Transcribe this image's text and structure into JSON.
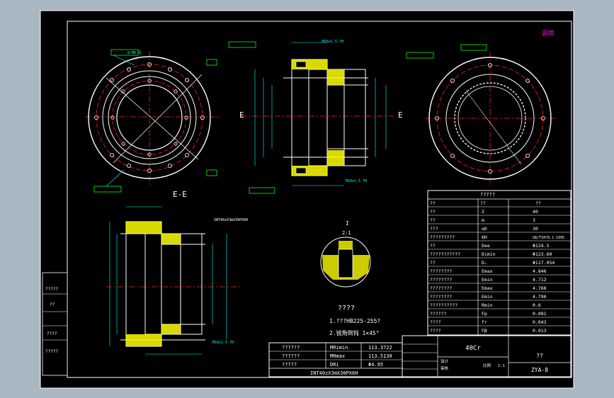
{
  "drawing": {
    "corner_mark": "调质",
    "section_label": "E-E",
    "section_arrow_left": "E",
    "section_arrow_right": "E",
    "detail_scale": "2:1",
    "detail_mark": "I",
    "spline_designation": "INT40zX3mX30PX6H",
    "thread_callout_top": "M16x1.5-7H",
    "thread_callout_bottom": "M16x1.5-7H",
    "hole_count_callout": "8-M8 孔"
  },
  "notes": {
    "title": "????",
    "line1": "1.???HB225-255?",
    "line2": "2.锐角倒钝 1×45°"
  },
  "param_table": {
    "title": "?????",
    "header": [
      "??",
      "??",
      "??"
    ],
    "rows": [
      {
        "name": "??",
        "sym": "Z",
        "val": "40"
      },
      {
        "name": "??",
        "sym": "m",
        "val": "3"
      },
      {
        "name": "???",
        "sym": "αD",
        "val": "30"
      },
      {
        "name": "?????????",
        "sym": "6H",
        "val": "GB/T3478.1-1995"
      },
      {
        "name": "??",
        "sym": "Dee",
        "val": "Φ124.5"
      },
      {
        "name": "???????????",
        "sym": "Dimin",
        "val": "Φ123.60"
      },
      {
        "name": "??",
        "sym": "Dᵢ",
        "val": "Φ117.054"
      },
      {
        "name": "????????",
        "sym": "Emax",
        "val": "4.846"
      },
      {
        "name": "????????",
        "sym": "Emin",
        "val": "4.712"
      },
      {
        "name": "????????",
        "sym": "Emax",
        "val": "4.768"
      },
      {
        "name": "????????",
        "sym": "Emin",
        "val": "4.790"
      },
      {
        "name": "??????????",
        "sym": "Rmin",
        "val": "0.6"
      },
      {
        "name": "??????",
        "sym": "Fp",
        "val": "0.081"
      },
      {
        "name": "????",
        "sym": "fr",
        "val": "0.043"
      },
      {
        "name": "????",
        "sym": "Fβ",
        "val": "0.013"
      }
    ]
  },
  "measure_table": {
    "rows": [
      {
        "name": "??????",
        "sym": "MRimin",
        "val": "113.3722"
      },
      {
        "name": "??????",
        "sym": "MRmax",
        "val": "113.5130"
      },
      {
        "name": "?????",
        "sym": "DRi",
        "val": "Φ4.95"
      }
    ],
    "footer": "INT40zX3mX30PX6H"
  },
  "title_block": {
    "material": "40Cr",
    "part_name": "??",
    "drawing_no": "ZYA-8",
    "labels": [
      "设计",
      "审核",
      "比例",
      "1:1"
    ]
  },
  "left_strip": {
    "labels": [
      "?????",
      "??",
      "????",
      "?????"
    ]
  },
  "colors": {
    "background": "#000000",
    "outer_bg": "#a9b7c3",
    "frame": "#ffffff",
    "outline": "#ffffff",
    "center_line": "#ff2020",
    "hatch": "#ffff00",
    "dimension": "#00ffff",
    "text": "#ffffff",
    "highlight": "#00ff00",
    "accent_magenta": "#ff00ff"
  }
}
